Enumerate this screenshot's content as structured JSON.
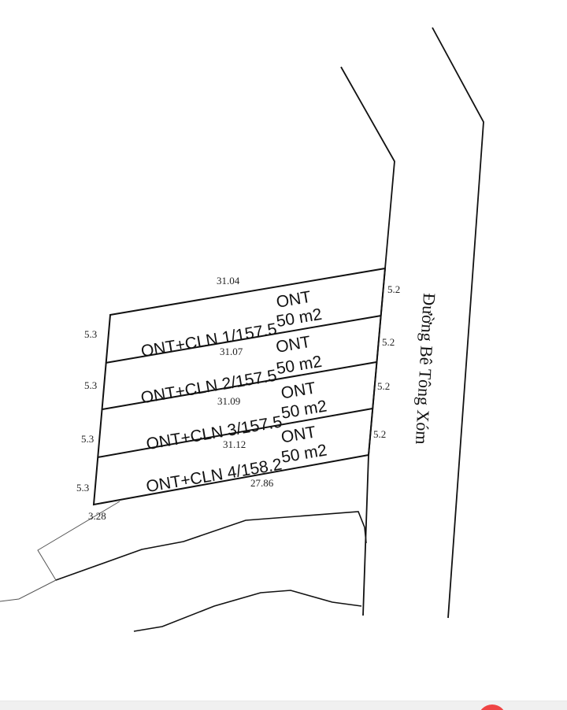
{
  "drawing": {
    "road_label": "Đường Bê Tông Xóm",
    "lots": [
      {
        "id": "lot-1",
        "name": "ONT+CLN 1/157.5",
        "type": "ONT",
        "area": "50 m2",
        "length_top": "31.04",
        "width_left": "5.3",
        "width_right": "5.2"
      },
      {
        "id": "lot-2",
        "name": "ONT+CLN 2/157.5",
        "type": "ONT",
        "area": "50 m2",
        "length_top": "31.07",
        "width_left": "5.3",
        "width_right": "5.2"
      },
      {
        "id": "lot-3",
        "name": "ONT+CLN 3/157.5",
        "type": "ONT",
        "area": "50 m2",
        "length_top": "31.09",
        "width_left": "5.3",
        "width_right": "5.2"
      },
      {
        "id": "lot-4",
        "name": "ONT+CLN 4/158.2",
        "type": "ONT",
        "area": "50 m2",
        "length_top": "31.12",
        "width_left": "5.3",
        "width_right": "5.2"
      }
    ],
    "bottom_length": "27.86",
    "corner_offset": "3.28"
  },
  "colors": {
    "line": "#111111",
    "thin_line": "#555555",
    "accent": "#ef4444",
    "bar": "#f0f0f0"
  }
}
